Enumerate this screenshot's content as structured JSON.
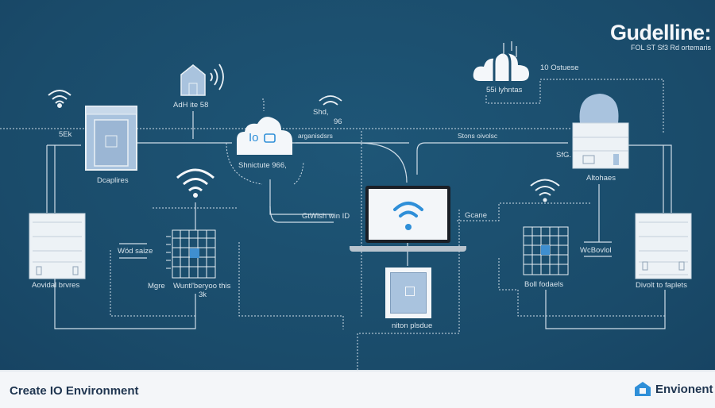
{
  "header": {
    "title": "Gudelline:",
    "subtitle": "FOL ST Sf3 Rd ortemaris"
  },
  "labels": {
    "cloud_top_side": "10 Ostuese",
    "cloud_top": "55i lyhntas",
    "wifi_left": "5Ek",
    "cabinet": "Dcaplires",
    "house": "AdH ite 58",
    "cloud_io": "Shnictute 966,",
    "cloud_io_text": "Io",
    "shd": "Shd,",
    "shd_num": "96",
    "arganis": "arganisdsrs",
    "stons": "Stons oivolsc",
    "sfg": "SfG.",
    "server_top_right": "Altohaes",
    "gtwish": "GtWish win ID",
    "gcane": "Gcane",
    "server_left": "Aovidal brvres",
    "wod": "Wöd saize",
    "mgre": "Mgre",
    "grid_left": "Wuntl'beryoo this",
    "grid_left_sub": "3k",
    "tablet": "niton plsdue",
    "grid_right": "Boll fodaels",
    "wcbov": "WcBovlol",
    "server_right": "Divolt to faplets"
  },
  "footer": {
    "title": "Create IO Environment",
    "brand": "Envionent"
  },
  "colors": {
    "background": "#1b4e6e",
    "accent": "#2f8fd8",
    "footer": "#f4f6f9"
  }
}
